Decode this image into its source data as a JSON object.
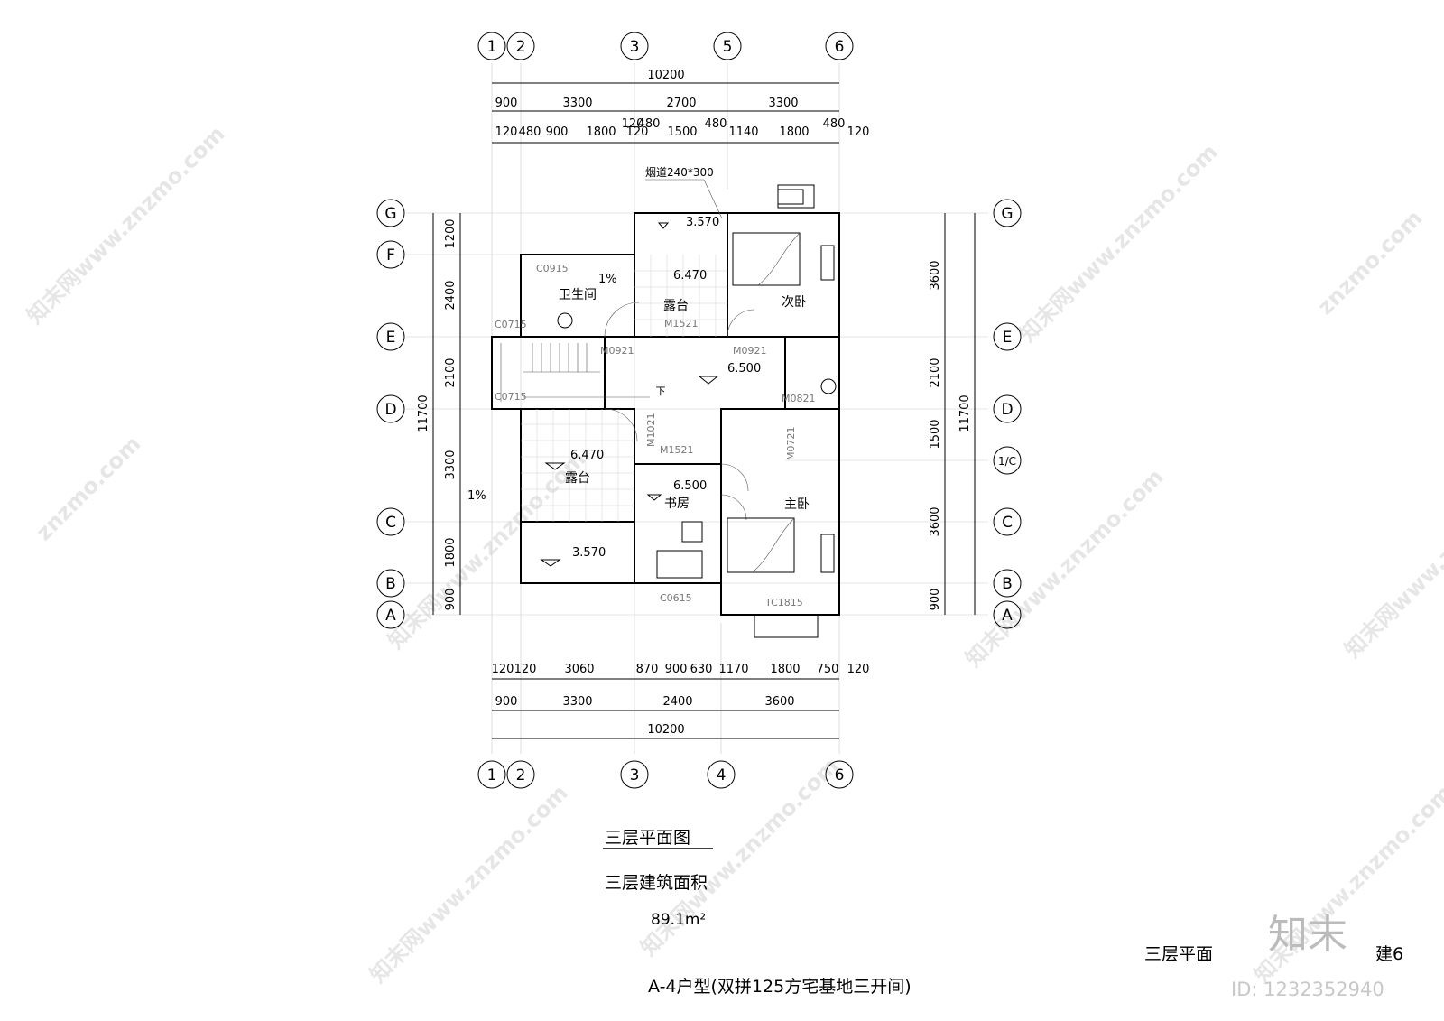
{
  "title": "三层平面图",
  "area_label": "三层建筑面积",
  "area_value": "89.1m²",
  "house_type": "A-4户型(双拼125方宅基地三开间)",
  "sheet_name": "三层平面",
  "sheet_code": "建6",
  "watermark": {
    "brand": "知末",
    "id": "ID: 1232352940",
    "site": "znzmo.com",
    "site_cn": "知末网www.znzmo.com"
  },
  "axes": {
    "top": [
      "1",
      "2",
      "3",
      "5",
      "6"
    ],
    "bottom": [
      "1",
      "2",
      "3",
      "4",
      "6"
    ],
    "left": [
      "G",
      "F",
      "E",
      "D",
      "C",
      "B",
      "A"
    ],
    "right": [
      "G",
      "E",
      "D",
      "1/C",
      "C",
      "B",
      "A"
    ]
  },
  "dims": {
    "top_total": "10200",
    "top_row1": [
      "900",
      "3300",
      "2700",
      "3300"
    ],
    "top_row2": [
      "120",
      "480",
      "900",
      "1800",
      "120",
      "480",
      "120",
      "1500",
      "480",
      "1140",
      "1800",
      "480",
      "120"
    ],
    "bottom_row1": [
      "120",
      "120",
      "3060",
      "870",
      "900",
      "630",
      "1170",
      "1800",
      "750",
      "120"
    ],
    "bottom_row2": [
      "900",
      "3300",
      "2400",
      "3600"
    ],
    "bottom_total": "10200",
    "left_row": [
      "1200",
      "2400",
      "2100",
      "3300",
      "1800",
      "900"
    ],
    "left_total": "11700",
    "right_row": [
      "3600",
      "2100",
      "1500",
      "3600",
      "900"
    ],
    "right_total": "11700"
  },
  "rooms": {
    "bathroom": "卫生间",
    "terrace": "露台",
    "second_bedroom": "次卧",
    "master_bedroom": "主卧",
    "study": "书房",
    "down": "下"
  },
  "levels": [
    "3.570",
    "6.470",
    "6.500",
    "6.470",
    "6.500",
    "3.570"
  ],
  "slopes": [
    "1%",
    "1%"
  ],
  "codes": {
    "chimney": "烟道240*300",
    "m1521": "M1521",
    "m0921": "M0921",
    "m0821": "M0821",
    "m1021": "M1021",
    "m0721": "M0721",
    "c0715": "C0715",
    "c0615": "C0615",
    "tc1815": "TC1815",
    "c0915": "C0915"
  }
}
